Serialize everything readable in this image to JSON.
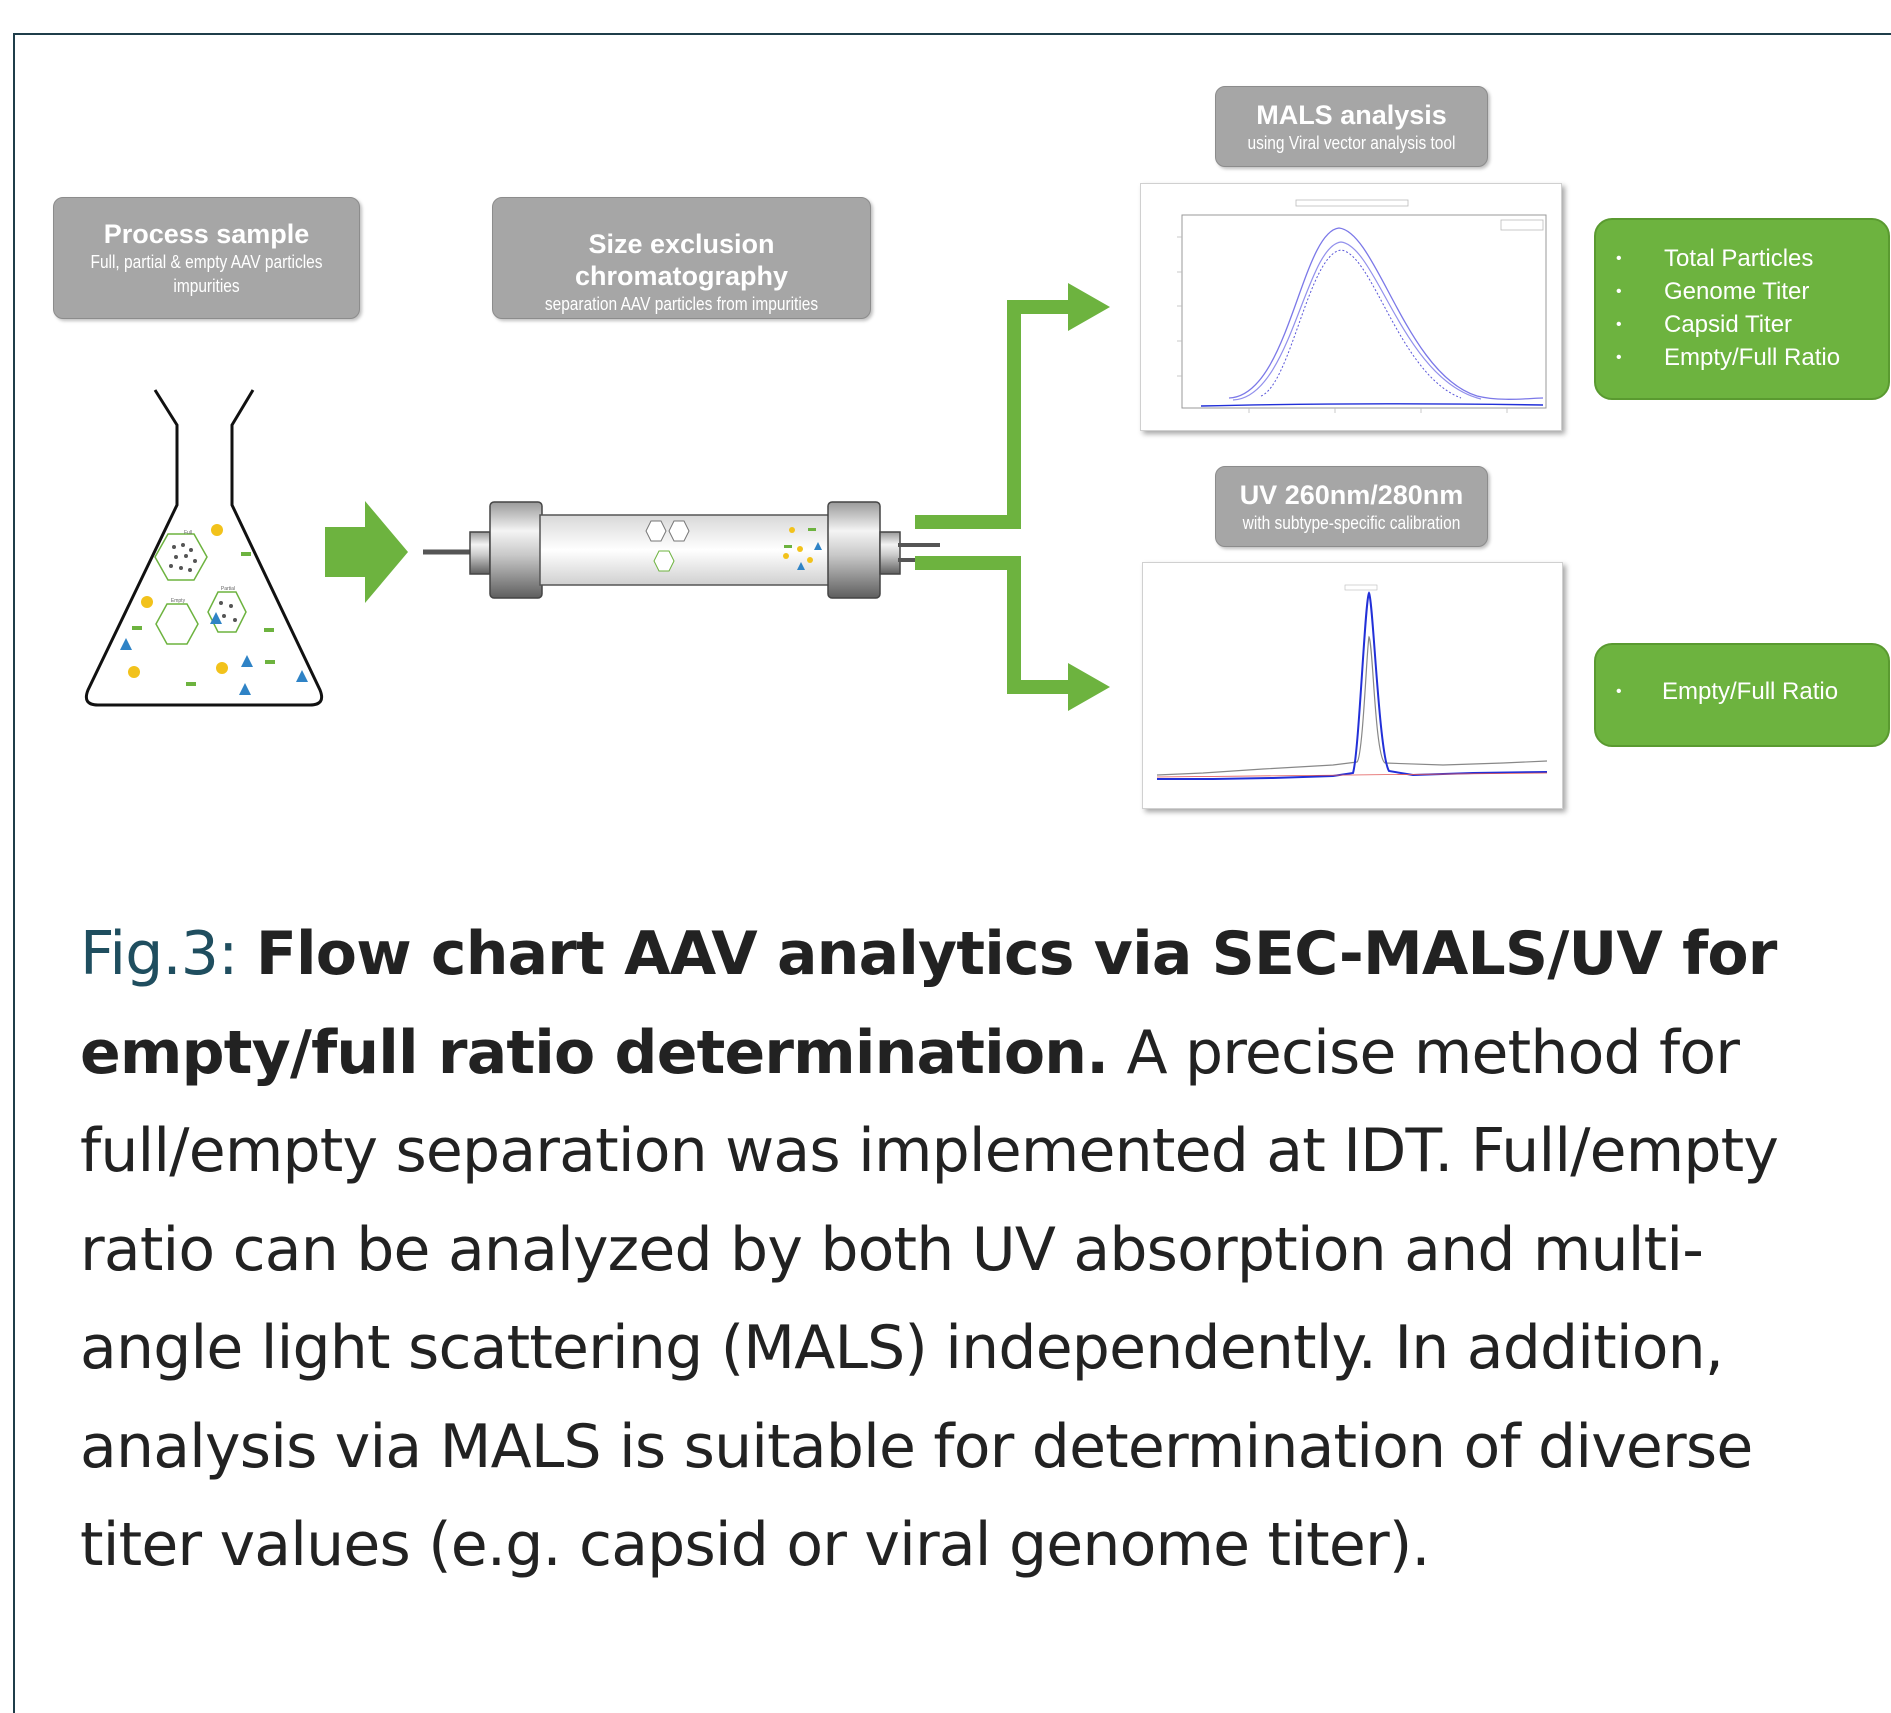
{
  "process_sample": {
    "title": "Process sample",
    "subtitle_line1": "Full, partial & empty AAV particles",
    "subtitle_line2": "impurities"
  },
  "sec": {
    "title": "Size exclusion  chromatography",
    "subtitle": "separation  AAV particles from impurities"
  },
  "mals": {
    "title": "MALS analysis",
    "subtitle": "using Viral vector analysis tool"
  },
  "uv": {
    "title": "UV 260nm/280nm",
    "subtitle": "with subtype-specific calibration"
  },
  "mals_results": [
    "Total Particles",
    "Genome Titer",
    "Capsid Titer",
    "Empty/Full Ratio"
  ],
  "uv_results": [
    "Empty/Full Ratio"
  ],
  "flask_labels": {
    "full": "Full",
    "empty": "Empty",
    "partial": "Partial"
  },
  "caption": {
    "label": "Fig.3: ",
    "bold": "Flow chart AAV analytics via SEC-MALS/UV for empty/full ratio determination.",
    "text": " A precise method for full/empty separation was implemented at IDT. Full/empty ratio can be analyzed by both UV absorption and multi-angle light scattering (MALS) independently. In addition, analysis via MALS is suitable for determination of diverse titer values (e.g. capsid or viral genome titer)."
  },
  "colors": {
    "green": "#6db33f",
    "grey_box": "#a6a6a6",
    "caption_label": "#1f4e5f",
    "mals_trace": "#7b78e8",
    "uv_trace": "#2230d8"
  }
}
